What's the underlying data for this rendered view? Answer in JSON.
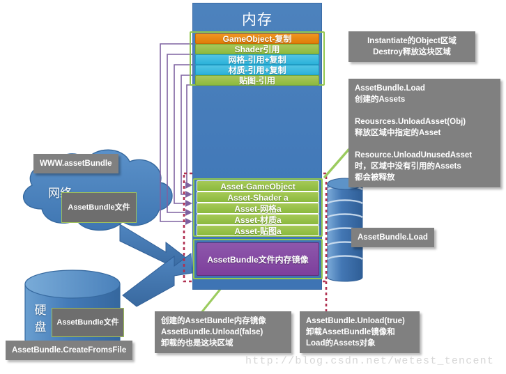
{
  "memory_panel": {
    "title": "内存",
    "instantiated_objects": [
      {
        "label": "GameObject-复制",
        "color": "#e07d09"
      },
      {
        "label": "Shader引用",
        "color": "#8dba3f"
      },
      {
        "label": "网格-引用+复制",
        "color": "#2cb2da"
      },
      {
        "label": "材质-引用+复制",
        "color": "#2cb2da"
      },
      {
        "label": "贴图-引用",
        "color": "#8dba3f"
      }
    ],
    "loaded_assets": [
      {
        "label": "Asset-GameObject"
      },
      {
        "label": "Asset-Shader a"
      },
      {
        "label": "Asset-网格a"
      },
      {
        "label": "Asset-材质a"
      },
      {
        "label": "Asset-贴图a"
      }
    ],
    "bundle_mirror": {
      "label": "AssetBundle文件内存镜像"
    }
  },
  "callouts": {
    "instantiate": "Instantiate的Object区域\nDestroy释放这块区域",
    "assets_region": "AssetBundle.Load\n创建的Assets\n\nReousrces.UnloadAsset(Obj)\n释放区域中指定的Asset\n\nResource.UnloadUnusedAsset\n时，区域中没有引用的Assets\n都会被释放",
    "assetbundle_load": "AssetBundle.Load",
    "www_assetbundle": "WWW.assetBundle",
    "create_from_file": "AssetBundle.CreateFromsFile",
    "mirror_region": "创建的AssetBundle内存镜像\nAssetBundle.Unload(false)\n卸载的也是这块区域",
    "unload_true": "AssetBundle.Unload(true)\n卸载AssetBundle镜像和\nLoad的Assets对象"
  },
  "sources": {
    "network": {
      "name": "网络",
      "file_label": "AssetBundle文件"
    },
    "disk": {
      "name": "硬盘",
      "file_label": "AssetBundle文件"
    }
  },
  "watermark": "http://blog.csdn.net/wetest_tencent",
  "colors": {
    "memory_blue": "#4d82bd",
    "asset_green": "#8ab93d",
    "bundle_purple": "#7d3f9c",
    "highlight_green": "#93c84d",
    "dashed_red": "#b03050",
    "arrow_purple": "#7e62a0",
    "callout_grey": "#808080"
  }
}
